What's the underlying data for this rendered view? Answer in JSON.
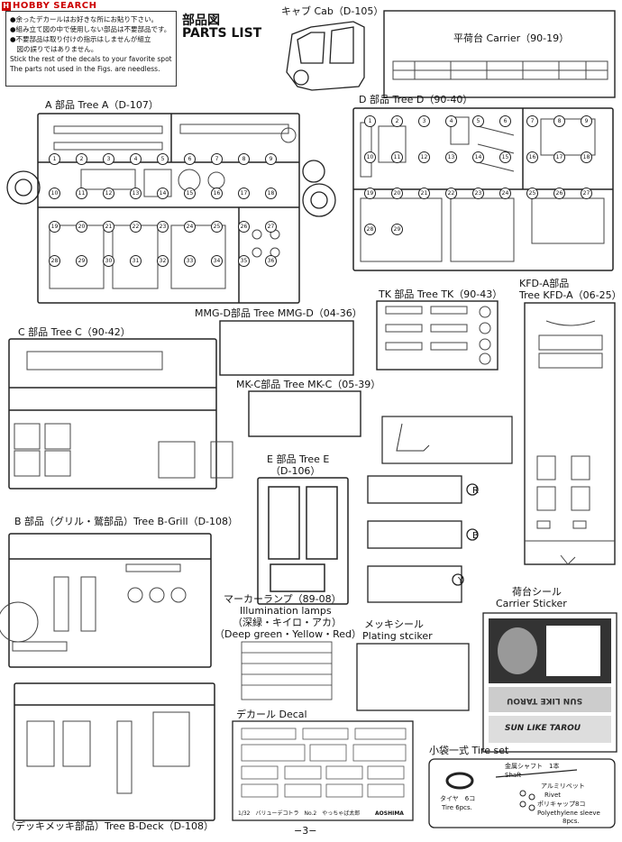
{
  "watermark": "HOBBY SEARCH",
  "notes": [
    "●余ったデカールはお好きな所にお貼り下さい。",
    "●組み立て図の中で使用しない部品は不要部品です。",
    "●不要部品は取り付けの指示はしませんが組立",
    "　図の誤りではありません。",
    "Stick the rest of the decals to your favorite spots.",
    "The parts not used in the Figs. are needless."
  ],
  "title": {
    "jp": "部品図",
    "en": "PARTS LIST"
  },
  "trees": {
    "cab": "キャブ Cab（D-105）",
    "carrier": "平荷台 Carrier（90-19）",
    "tree_a": "A 部品 Tree A（D-107）",
    "tree_d": "D 部品 Tree D（90-40）",
    "tree_tk": "TK 部品 Tree TK（90-43）",
    "tree_kfd_jp": "KFD-A部品",
    "tree_kfd_en": "Tree KFD-A（06-25）",
    "tree_mmgd": "MMG-D部品 Tree MMG-D（04-36）",
    "tree_c": "C 部品 Tree C（90-42）",
    "tree_mkc": "MK-C部品 Tree MK-C（05-39）",
    "tree_e1": "E 部品 Tree E",
    "tree_e2": "（D-106）",
    "tree_bgrill": "B 部品（グリル・鷲部品）Tree B-Grill（D-108）",
    "tree_bdeck": "（デッキメッキ部品）Tree B-Deck（D-108）"
  },
  "lamps": {
    "jp": "マーカーランプ（89-08）",
    "en": "Illumination lamps",
    "colors_jp": "（深緑・キイロ・アカ）",
    "colors_en": "（Deep green・Yellow・Red）"
  },
  "plating": {
    "jp": "メッキシール",
    "en": "Plating stciker"
  },
  "carrier_sticker": {
    "jp": "荷台シール",
    "en": "Carrier Sticker",
    "text1": "SUN LIKE TAROU",
    "text2": "SUN LIKE TAROU"
  },
  "decal": {
    "title": "デカール Decal",
    "footer_left": "1/32　バリューデコトラ　No.2　やっちゃば太郎",
    "footer_right": "AOSHIMA"
  },
  "tire_set": {
    "title": "小袋一式 Tire set",
    "shaft_jp": "金属シャフト　1本",
    "shaft_en": "Shaft",
    "rivet_jp": "アルミリベット",
    "rivet_en": "Rivet",
    "sleeve_jp": "ポリキャップ8コ",
    "sleeve_en": "Polyethylene sleeve",
    "sleeve_count": "8pcs.",
    "tire_jp": "タイヤ　6コ",
    "tire_en": "Tire 6pcs."
  },
  "e_side_labels": [
    "R",
    "B",
    "Y"
  ],
  "page_number": "−3−",
  "part_numbers": {
    "a": [
      "1",
      "2",
      "3",
      "4",
      "5",
      "6",
      "7",
      "8",
      "9",
      "10",
      "11",
      "12",
      "13",
      "14",
      "15",
      "16",
      "17",
      "18",
      "19",
      "20",
      "21",
      "22",
      "23",
      "24",
      "25",
      "26",
      "27",
      "28",
      "29",
      "30",
      "31",
      "32",
      "33",
      "34",
      "35",
      "36"
    ],
    "d": [
      "1",
      "2",
      "3",
      "4",
      "5",
      "6",
      "7",
      "8",
      "9",
      "10",
      "11",
      "12",
      "13",
      "14",
      "15",
      "16",
      "17",
      "18",
      "19",
      "20",
      "21",
      "22",
      "23",
      "24",
      "25",
      "26",
      "27",
      "28",
      "29"
    ]
  }
}
